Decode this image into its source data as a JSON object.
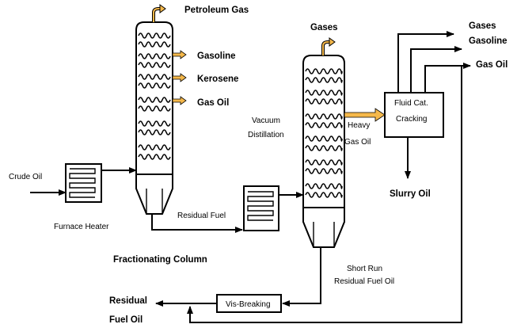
{
  "labels": {
    "petroleum_gas": "Petroleum Gas",
    "gasoline": "Gasoline",
    "kerosene": "Kerosene",
    "gas_oil_left": "Gas Oil",
    "crude_oil": "Crude Oil",
    "furnace_heater": "Furnace Heater",
    "residual_fuel": "Residual Fuel",
    "fractionating_column": "Fractionating Column",
    "vacuum": "Vacuum",
    "distillation": "Distillation",
    "gases_mid": "Gases",
    "heavy": "Heavy",
    "gas_oil_mid": "Gas Oil",
    "fluid_cat": "Fluid Cat.",
    "cracking": "Cracking",
    "gases_right": "Gases",
    "gasoline_right": "Gasoline",
    "gas_oil_right": "Gas Oil",
    "slurry_oil": "Slurry Oil",
    "short_run": "Short Run",
    "residual_fuel_oil_small": "Residual Fuel Oil",
    "vis_breaking": "Vis-Breaking",
    "residual": "Residual",
    "fuel_oil": "Fuel Oil"
  },
  "colors": {
    "product_arrow": "#f5b84a",
    "line": "#000000",
    "background": "#ffffff"
  }
}
